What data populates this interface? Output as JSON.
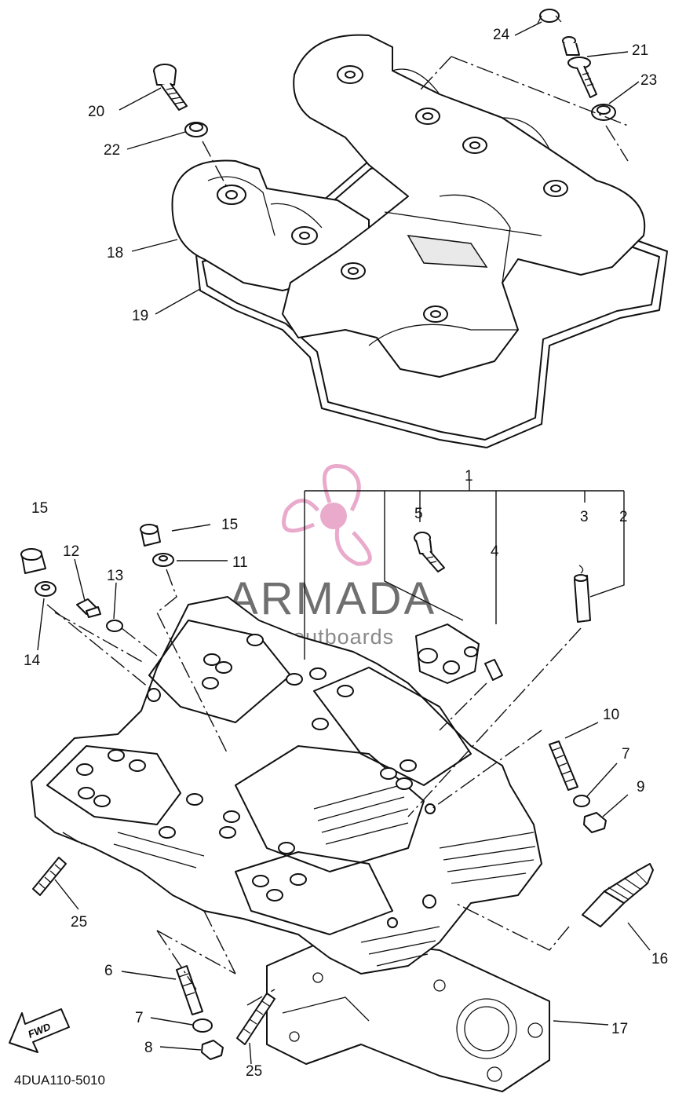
{
  "watermark": {
    "brand": "ARMADA",
    "tagline": "marine outboards",
    "color": "#e7a1c7"
  },
  "drawing_code": "4DUA110-5010",
  "fwd_label": "FWD",
  "callouts": [
    "1",
    "2",
    "3",
    "4",
    "5",
    "6",
    "7",
    "7",
    "8",
    "9",
    "10",
    "11",
    "12",
    "13",
    "14",
    "15",
    "15",
    "16",
    "17",
    "18",
    "19",
    "20",
    "21",
    "22",
    "23",
    "24",
    "25",
    "25"
  ]
}
